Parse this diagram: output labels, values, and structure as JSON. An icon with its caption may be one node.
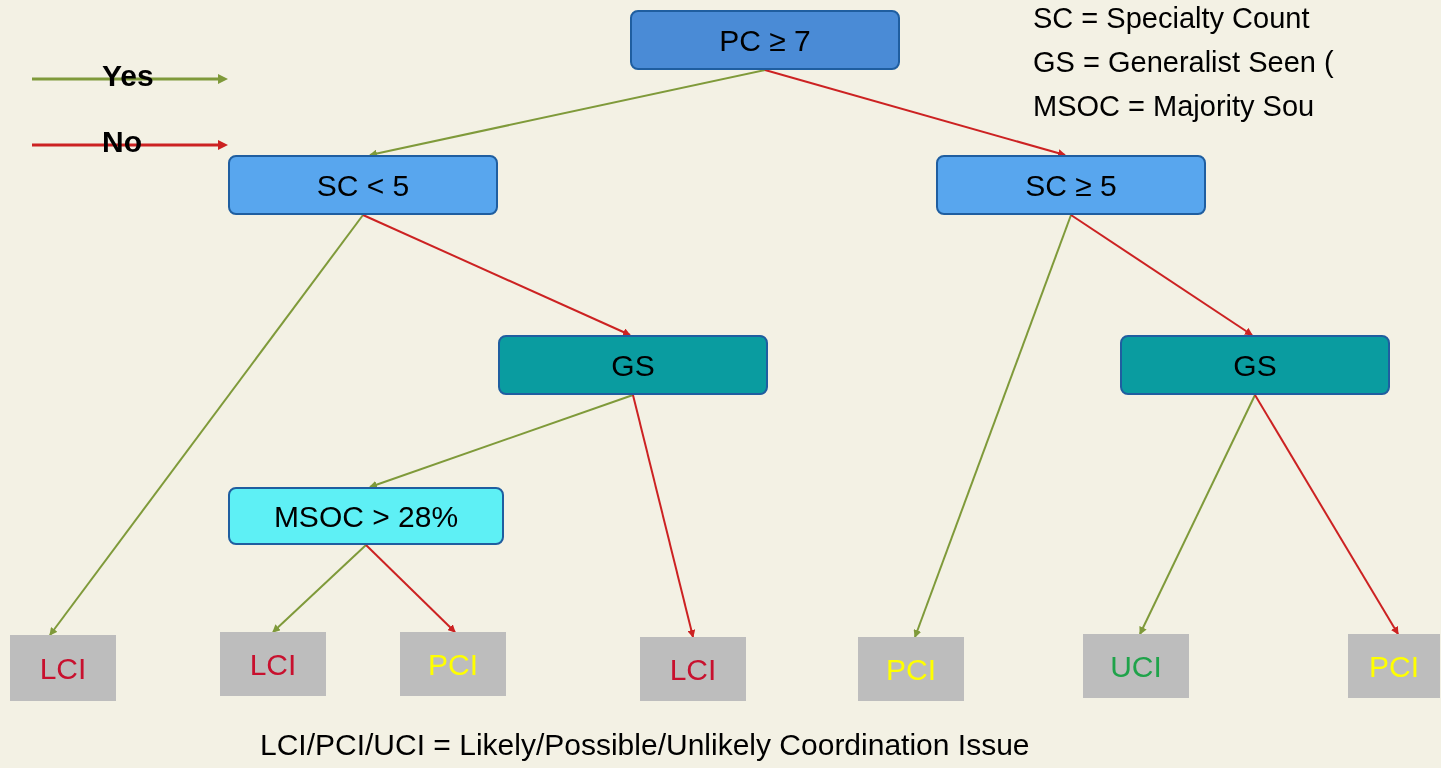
{
  "diagram": {
    "caption": "LCI/PCI/UCI  = Likely/Possible/Unlikely Coordination  Issue",
    "nodes": [
      {
        "text": [
          "PC ≥ 7"
        ]
      },
      {
        "text": [
          "SC < 5"
        ]
      },
      {
        "text": [
          "SC ≥ 5"
        ]
      },
      {
        "text": [
          "GS"
        ]
      },
      {
        "text": [
          "GS"
        ]
      },
      {
        "text": [
          "MSOC > 28%"
        ]
      },
      {
        "text": [
          "LCI"
        ]
      },
      {
        "text": [
          "LCI"
        ]
      },
      {
        "text": [
          "PCI"
        ]
      },
      {
        "text": [
          "LCI"
        ]
      },
      {
        "text": [
          "PCI"
        ]
      },
      {
        "text": [
          "UCI"
        ]
      },
      {
        "text": [
          "PCI"
        ]
      }
    ],
    "edges": [
      {
        "from": 0,
        "to": 1,
        "arrow": "to",
        "color": "#7f9a3a"
      },
      {
        "from": 0,
        "to": 2,
        "arrow": "to",
        "color": "#cc2222"
      },
      {
        "from": 1,
        "to": 6,
        "arrow": "to",
        "color": "#7f9a3a"
      },
      {
        "from": 1,
        "to": 3,
        "arrow": "to",
        "color": "#cc2222"
      },
      {
        "from": 2,
        "to": 10,
        "arrow": "to",
        "color": "#7f9a3a"
      },
      {
        "from": 2,
        "to": 4,
        "arrow": "to",
        "color": "#cc2222"
      },
      {
        "from": 3,
        "to": 5,
        "arrow": "to",
        "color": "#7f9a3a"
      },
      {
        "from": 3,
        "to": 9,
        "arrow": "to",
        "color": "#cc2222"
      },
      {
        "from": 5,
        "to": 7,
        "arrow": "to",
        "color": "#7f9a3a"
      },
      {
        "from": 5,
        "to": 8,
        "arrow": "to",
        "color": "#cc2222"
      },
      {
        "from": 4,
        "to": 11,
        "arrow": "to",
        "color": "#7f9a3a"
      },
      {
        "from": 4,
        "to": 12,
        "arrow": "to",
        "color": "#cc2222"
      }
    ],
    "labels": [
      "SC = Specialty Count",
      "GS = Generalist Seen (",
      "MSOC = Majority Sou"
    ],
    "legend": [
      {
        "text": "Yes"
      },
      {
        "text": "No"
      }
    ]
  }
}
